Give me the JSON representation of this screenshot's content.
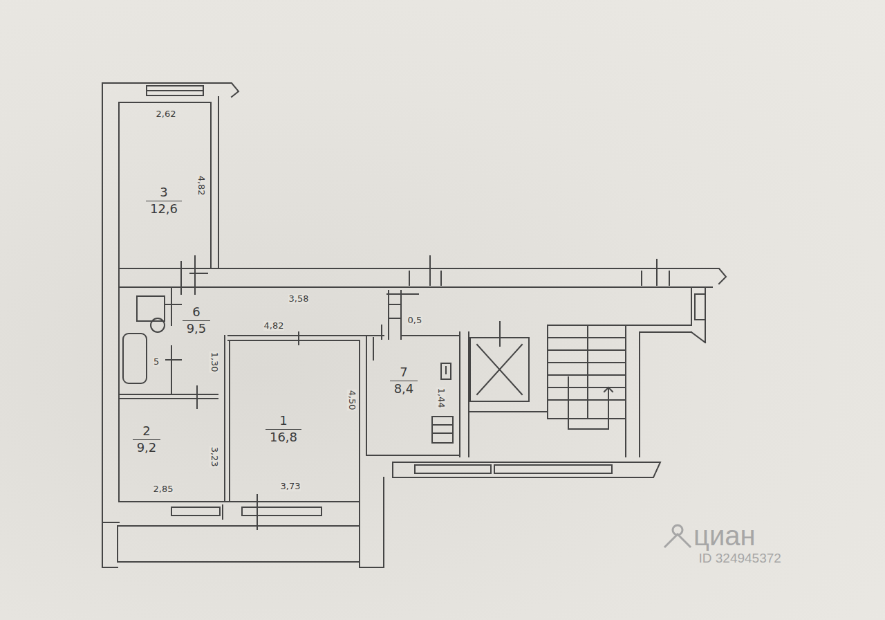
{
  "diagram": {
    "nodes": [
      {
        "text": [
          "3",
          "12,6"
        ]
      },
      {
        "text": [
          "6",
          "9,5"
        ]
      },
      {
        "text": [
          "1",
          "16,8"
        ]
      },
      {
        "text": [
          "7",
          "8,4"
        ]
      },
      {
        "text": [
          "2",
          "9,2"
        ]
      }
    ],
    "labels": [
      "2,62",
      "4,82",
      "3,58",
      "0,5",
      "4,82",
      "5",
      "1,30",
      "4,50",
      "1,44",
      "3,23",
      "2,85",
      "3,73",
      "циан",
      "ID 324945372"
    ]
  }
}
